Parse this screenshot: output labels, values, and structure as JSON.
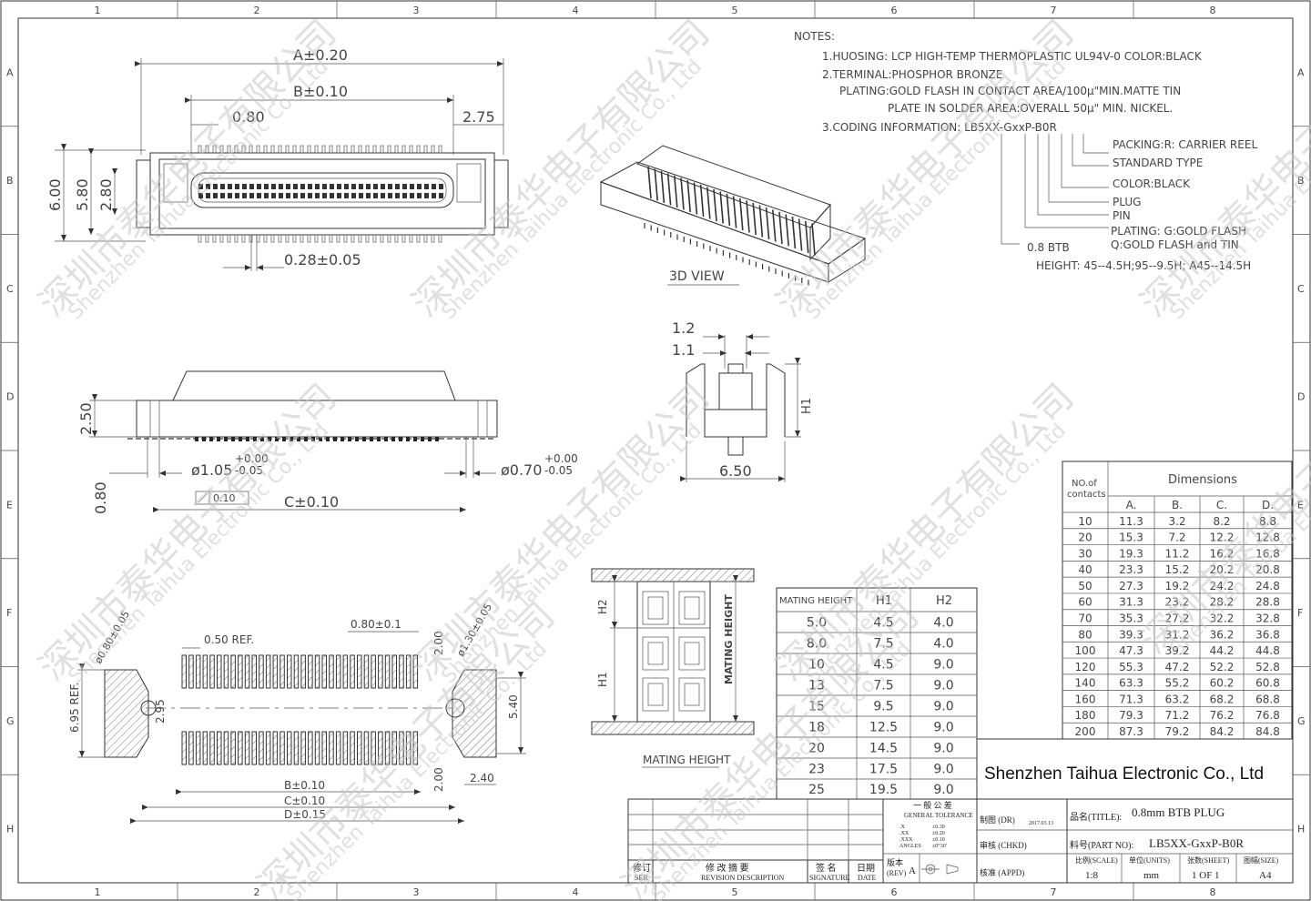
{
  "frame": {
    "columns": [
      "1",
      "2",
      "3",
      "4",
      "5",
      "6",
      "7",
      "8"
    ],
    "rows": [
      "A",
      "B",
      "C",
      "D",
      "E",
      "F",
      "G",
      "H"
    ]
  },
  "notes": {
    "header": "NOTES:",
    "lines": [
      "1.HUOSING: LCP HIGH-TEMP THERMOPLASTIC UL94V-0  COLOR:BLACK",
      "2.TERMINAL:PHOSPHOR BRONZE",
      "PLATING:GOLD FLASH IN CONTACT AREA/100µ\"MIN.MATTE TIN",
      "PLATE IN SOLDER AREA:OVERALL 50µ\" MIN. NICKEL.",
      "3.CODING INFORMATION:  LB5XX-GxxP-B0R"
    ]
  },
  "coding": {
    "packing": "PACKING:R: CARRIER REEL",
    "standard": "STANDARD TYPE",
    "color": "COLOR:BLACK",
    "plug": "PLUG",
    "pin": "PIN",
    "plating1": "PLATING: G:GOLD FLASH",
    "plating2": "Q:GOLD FLASH and TIN",
    "btb": "0.8 BTB",
    "height": "HEIGHT: 45--4.5H;95--9.5H; A45--14.5H"
  },
  "dims": {
    "a": "A±0.20",
    "b": "B±0.10",
    "p080": "0.80",
    "p275": "2.75",
    "h600": "6.00",
    "h580": "5.80",
    "h280": "2.80",
    "t028": "0.28±0.05",
    "view3d": "3D  VIEW",
    "s12": "1.2",
    "s11": "1.1",
    "s650": "6.50",
    "sh1": "H1",
    "f250": "2.50",
    "f080": "0.80",
    "d105": "ø1.05",
    "d105tol_u": "+0.00",
    "d105tol_l": "-0.05",
    "d070": "ø0.70",
    "d070tol_u": "+0.00",
    "d070tol_l": "-0.05",
    "c": "C±0.10",
    "flat": "0.10",
    "fp050": "0.50 REF.",
    "fp080": "0.80±0.1",
    "fp200a": "2.00",
    "fpd08": "ø0.80±0.05",
    "fpd15": "ø1.30±0.05",
    "fp695": "6.95 REF.",
    "fp295": "2.95",
    "fp540": "5.40",
    "fp200b": "2.00",
    "fp240": "2.40",
    "fpb": "B±0.10",
    "fpc": "C±0.10",
    "fpd": "D±0.15",
    "mh_label": "MATING HEIGHT",
    "mh_caption": "MATING HEIGHT",
    "mh_h1": "H1",
    "mh_h2": "H2"
  },
  "mating_table": {
    "header": [
      "MATING HEIGHT",
      "H1",
      "H2"
    ],
    "rows": [
      [
        "5.0",
        "4.5",
        "4.0"
      ],
      [
        "8.0",
        "7.5",
        "4.0"
      ],
      [
        "10",
        "4.5",
        "9.0"
      ],
      [
        "13",
        "7.5",
        "9.0"
      ],
      [
        "15",
        "9.5",
        "9.0"
      ],
      [
        "18",
        "12.5",
        "9.0"
      ],
      [
        "20",
        "14.5",
        "9.0"
      ],
      [
        "23",
        "17.5",
        "9.0"
      ],
      [
        "25",
        "19.5",
        "9.0"
      ]
    ]
  },
  "dim_table": {
    "corner1": "NO.of",
    "corner2": "contacts",
    "title": "Dimensions",
    "cols": [
      "A.",
      "B.",
      "C.",
      "D."
    ],
    "rows": [
      [
        "10",
        "11.3",
        "3.2",
        "8.2",
        "8.8"
      ],
      [
        "20",
        "15.3",
        "7.2",
        "12.2",
        "12.8"
      ],
      [
        "30",
        "19.3",
        "11.2",
        "16.2",
        "16.8"
      ],
      [
        "40",
        "23.3",
        "15.2",
        "20.2",
        "20.8"
      ],
      [
        "50",
        "27.3",
        "19.2",
        "24.2",
        "24.8"
      ],
      [
        "60",
        "31.3",
        "23.2",
        "28.2",
        "28.8"
      ],
      [
        "70",
        "35.3",
        "27.2",
        "32.2",
        "32.8"
      ],
      [
        "80",
        "39.3",
        "31.2",
        "36.2",
        "36.8"
      ],
      [
        "100",
        "47.3",
        "39.2",
        "44.2",
        "44.8"
      ],
      [
        "120",
        "55.3",
        "47.2",
        "52.2",
        "52.8"
      ],
      [
        "140",
        "63.3",
        "55.2",
        "60.2",
        "60.8"
      ],
      [
        "160",
        "71.3",
        "63.2",
        "68.2",
        "68.8"
      ],
      [
        "180",
        "79.3",
        "71.2",
        "76.2",
        "76.8"
      ],
      [
        "200",
        "87.3",
        "79.2",
        "84.2",
        "84.8"
      ]
    ]
  },
  "title_block": {
    "company": "Shenzhen Taihua Electronic Co., Ltd",
    "tol_title_cn": "一 般 公 差",
    "tol_title_en": "GENERAL  TOLERANCE",
    "tol_rows": [
      [
        ".X",
        "±0.30"
      ],
      [
        ".XX",
        "±0.20"
      ],
      [
        ".XXX",
        "±0.10"
      ],
      [
        "ANGLES",
        "±0°30'"
      ]
    ],
    "drawn_label": "制图 (DR)",
    "drawn_date": "2017.03.13",
    "checked_label": "审核 (CHKD)",
    "approved_label": "核准 (APPD)",
    "title_label": "品名(TITLE):",
    "title_value": "0.8mm BTB PLUG",
    "part_label": "料号(PART NO):",
    "part_value": "LB5XX-GxxP-B0R",
    "scale_label": "比例(SCALE)",
    "scale_value": "1:8",
    "units_label": "单位(UNITS)",
    "units_value": "mm",
    "sheet_label": "张数(SHEET)",
    "sheet_value": "1 OF 1",
    "size_label": "图幅(SIZE)",
    "size_value": "A4",
    "rev_label_cn": "版本",
    "rev_label_en": "(REV)",
    "rev_value": "A",
    "ser_cn": "修订",
    "ser_en": "SER",
    "desc_cn": "修  改  摘  要",
    "desc_en": "REVISION DESCRIPTION",
    "sign_cn": "签  名",
    "sign_en": "SIGNATURE",
    "date_cn": "日期",
    "date_en": "DATE"
  },
  "watermark": {
    "cn": "深圳市泰华电子有限公司",
    "en": "Shenzhen Taihua Electronic Co., Ltd"
  }
}
